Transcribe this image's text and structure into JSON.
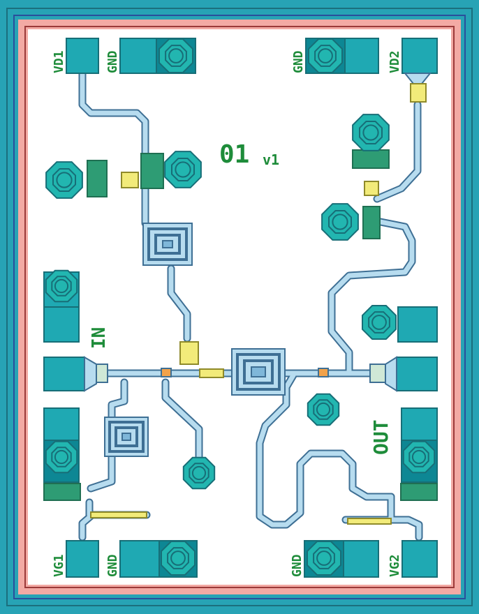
{
  "colors": {
    "frame_outer": "#27a3b5",
    "frame_inner": "#2e8f9a",
    "frame_red": "#9b3a3a",
    "frame_pink": "#f3aaa4",
    "pad": "#1fa9b3",
    "pad_dark": "#0d8794",
    "pad_edge": "#176e77",
    "via": "#22b6b0",
    "trace_fill": "#b7dcef",
    "trace_edge": "#3e6f94",
    "component_green": "#2e9c74",
    "component_yellow": "#f2eb7a",
    "label_green": "#1e8c3a",
    "inductor": "#7fb7d9"
  },
  "labels": {
    "chip_id": "01",
    "chip_version": "v1",
    "vd1": "VD1",
    "gnd_top_left": "GND",
    "gnd_top_right": "GND",
    "vd2": "VD2",
    "in": "IN",
    "out": "OUT",
    "vg1": "VG1",
    "gnd_bottom_left": "GND",
    "gnd_bottom_right": "GND",
    "vg2": "VG2"
  }
}
